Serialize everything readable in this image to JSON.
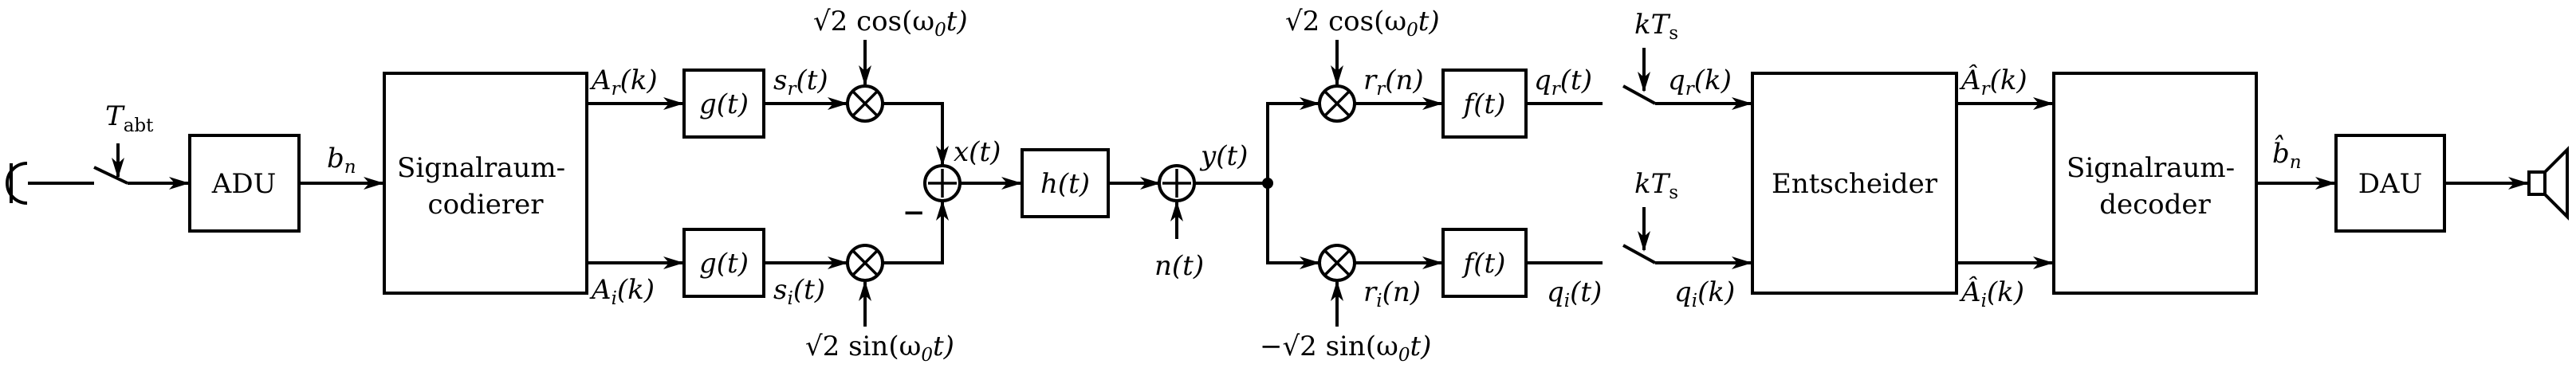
{
  "blocks": {
    "adu": "ADU",
    "coder_line1": "Signalraum-",
    "coder_line2": "codierer",
    "g_top": "g(t)",
    "g_bot": "g(t)",
    "h": "h(t)",
    "f_top": "f(t)",
    "f_bot": "f(t)",
    "decider": "Entscheider",
    "decoder_line1": "Signalraum-",
    "decoder_line2": "decoder",
    "dau": "DAU"
  },
  "signals": {
    "t_abt_main": "T",
    "t_abt_sub": "abt",
    "b_n": "b",
    "b_n_sub": "n",
    "a_r": "A",
    "a_r_sub": "r",
    "a_r_arg": "(k)",
    "a_i": "A",
    "a_i_sub": "i",
    "a_i_arg": "(k)",
    "s_r": "s",
    "s_r_sub": "r",
    "s_r_arg": "(t)",
    "s_i": "s",
    "s_i_sub": "i",
    "s_i_arg": "(t)",
    "carrier_cos_tx": "√2 cos(ω",
    "carrier_cos_tx_sub": "0",
    "carrier_cos_tx_end": "t)",
    "carrier_sin_tx": "√2 sin(ω",
    "carrier_sin_tx_sub": "0",
    "carrier_sin_tx_end": "t)",
    "x_t": "x(t)",
    "minus": "−",
    "n_t": "n(t)",
    "y_t": "y(t)",
    "carrier_cos_rx": "√2 cos(ω",
    "carrier_cos_rx_sub": "0",
    "carrier_cos_rx_end": "t)",
    "carrier_sin_rx": "−√2 sin(ω",
    "carrier_sin_rx_sub": "0",
    "carrier_sin_rx_end": "t)",
    "r_r": "r",
    "r_r_sub": "r",
    "r_r_arg": "(n)",
    "r_i": "r",
    "r_i_sub": "i",
    "r_i_arg": "(n)",
    "q_r_t": "q",
    "q_r_t_sub": "r",
    "q_r_t_arg": "(t)",
    "q_i_t": "q",
    "q_i_t_sub": "i",
    "q_i_t_arg": "(t)",
    "kts_top": "kT",
    "kts_top_sub": "s",
    "kts_bot": "kT",
    "kts_bot_sub": "s",
    "q_r_k": "q",
    "q_r_k_sub": "r",
    "q_r_k_arg": "(k)",
    "q_i_k": "q",
    "q_i_k_sub": "i",
    "q_i_k_arg": "(k)",
    "ahat_r": "Â",
    "ahat_r_sub": "r",
    "ahat_r_arg": "(k)",
    "ahat_i": "Â",
    "ahat_i_sub": "i",
    "ahat_i_arg": "(k)",
    "bhat_n": "b̂",
    "bhat_n_sub": "n"
  }
}
